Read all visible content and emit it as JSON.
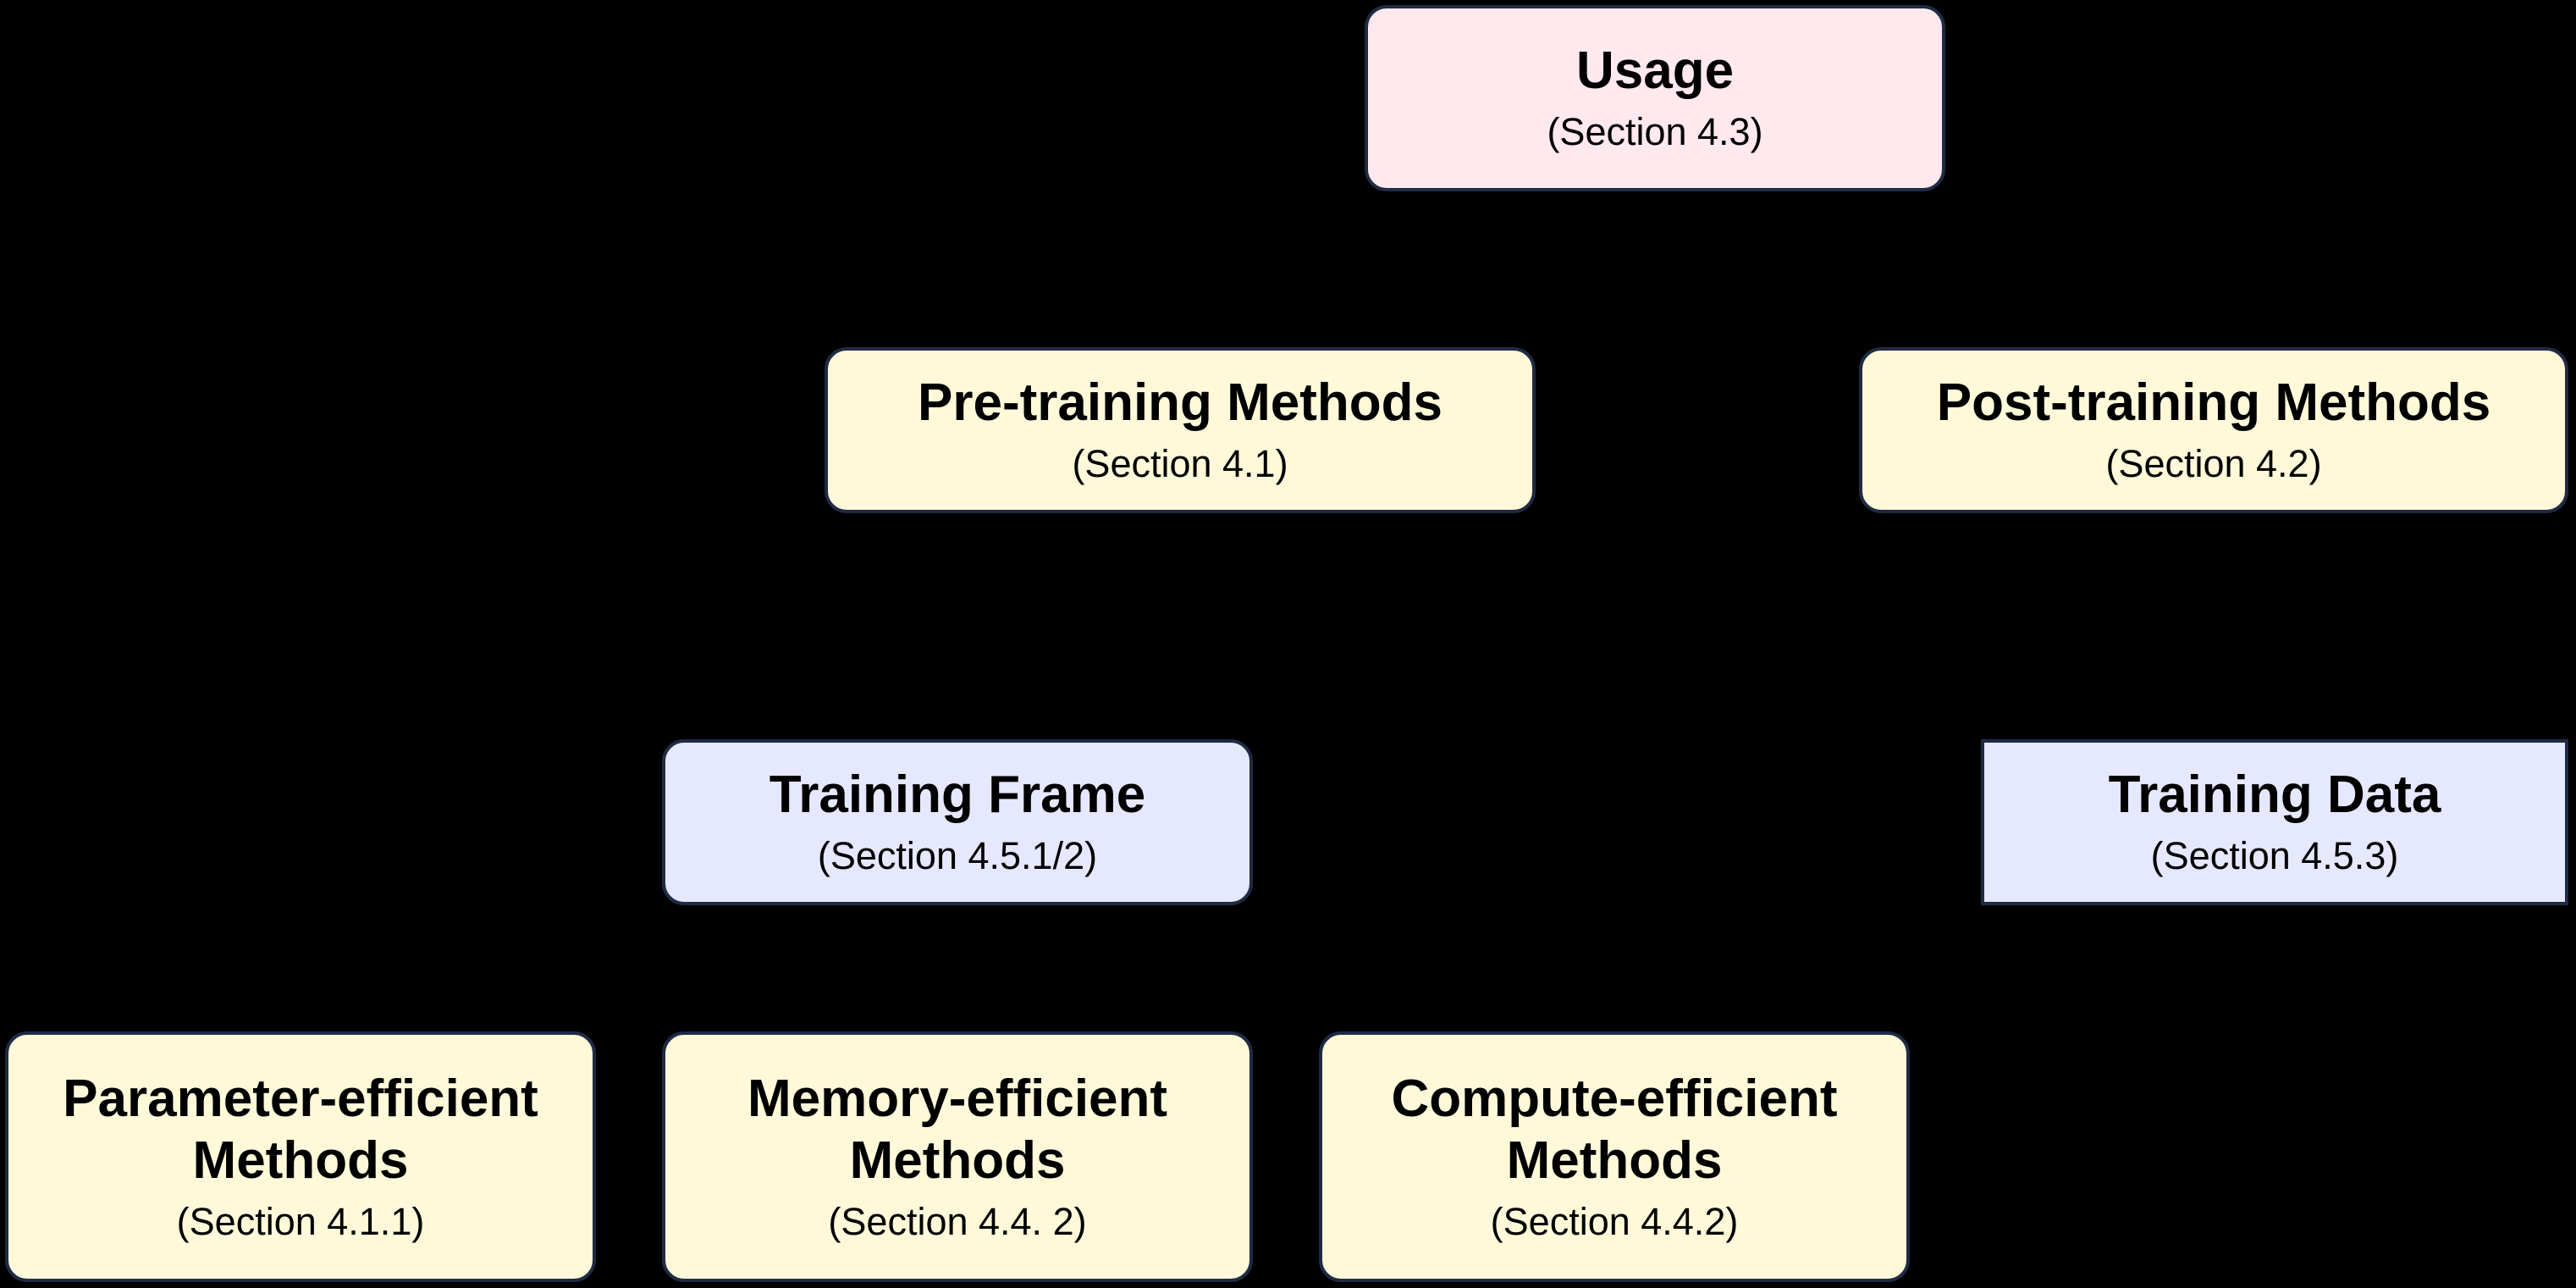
{
  "diagram": {
    "nodes": [
      {
        "id": "usage",
        "title": "Usage",
        "section": "(Section 4.3)",
        "color": "#ffe9ee"
      },
      {
        "id": "pretraining",
        "title": "Pre-training Methods",
        "section": "(Section 4.1)",
        "color": "#fff9d9"
      },
      {
        "id": "posttraining",
        "title": "Post-training Methods",
        "section": "(Section 4.2)",
        "color": "#fff9d9"
      },
      {
        "id": "training-frame",
        "title": "Training Frame",
        "section": "(Section 4.5.1/2)",
        "color": "#e6e8ff"
      },
      {
        "id": "training-data",
        "title": "Training Data",
        "section": "(Section 4.5.3)",
        "color": "#e6e8ff"
      },
      {
        "id": "parameter-efficient",
        "title": "Parameter-efficient\nMethods",
        "section": "(Section 4.1.1)",
        "color": "#fff9d9"
      },
      {
        "id": "memory-efficient",
        "title": "Memory-efficient\nMethods",
        "section": "(Section 4.4. 2)",
        "color": "#fff9d9"
      },
      {
        "id": "compute-efficient",
        "title": "Compute-efficient\nMethods",
        "section": "(Section 4.4.2)",
        "color": "#fff9d9"
      }
    ],
    "edges": [
      {
        "from": "pretraining",
        "to": "usage"
      },
      {
        "from": "posttraining",
        "to": "usage"
      },
      {
        "from": "training-frame",
        "to": "pretraining"
      },
      {
        "from": "training-data",
        "to": "posttraining"
      },
      {
        "from": "parameter-efficient",
        "to": "pretraining"
      },
      {
        "from": "memory-efficient",
        "to": "pretraining"
      },
      {
        "from": "compute-efficient",
        "to": "pretraining"
      }
    ],
    "border_color": "#1f2a44",
    "background": "#000000"
  }
}
